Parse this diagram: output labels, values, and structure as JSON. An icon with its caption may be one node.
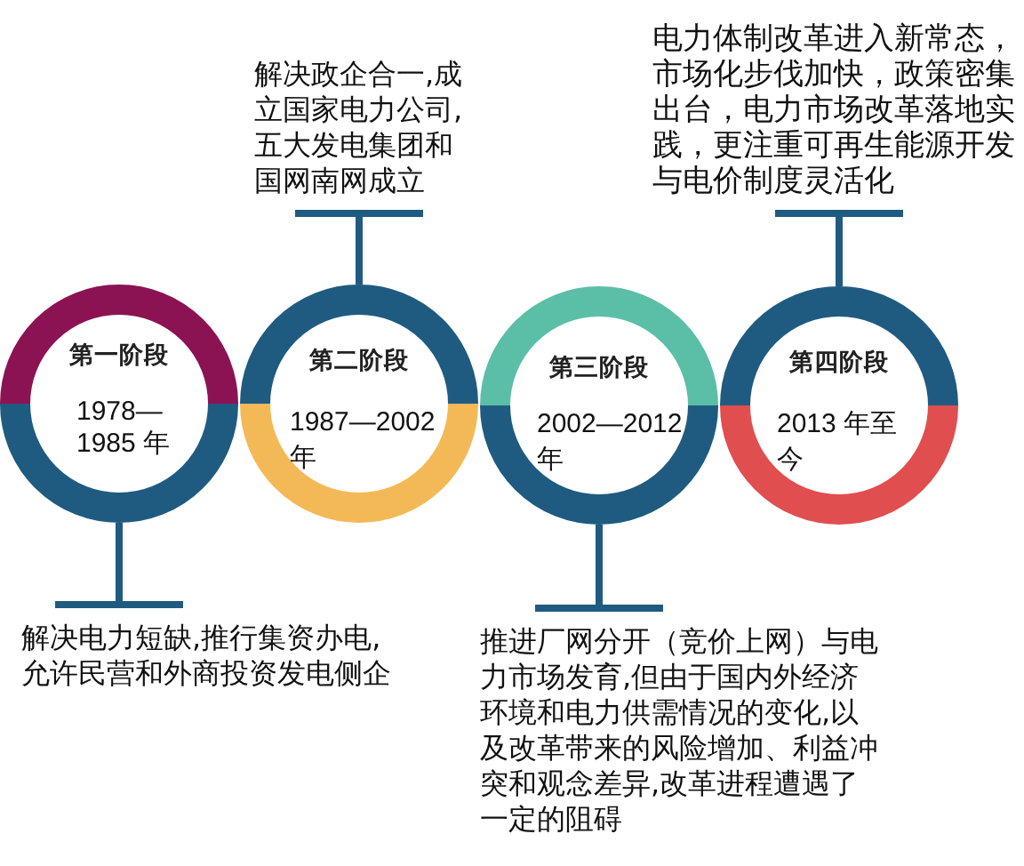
{
  "diagram": {
    "nodes": [
      {
        "text": [
          "第一阶段",
          "1978—1985 年"
        ]
      },
      {
        "text": [
          "解决电力短缺,推行集资办电,允许民营和外商投资发电侧企"
        ]
      },
      {
        "text": [
          "第二阶段",
          "1987—2002年"
        ]
      },
      {
        "text": [
          "解决政企合一,成立国家电力公司,五大发电集团和国网南网成立"
        ]
      },
      {
        "text": [
          "第三阶段",
          "2002—2012年"
        ]
      },
      {
        "text": [
          "推进厂网分开（竞价上网）与电力市场发育,但由于国内外经济环境和电力供需情况的变化,以及改革带来的风险增加、利益冲突和观念差异,改革进程遭遇了一定的阻碍"
        ]
      },
      {
        "text": [
          "第四阶段",
          "2013 年至今"
        ]
      },
      {
        "text": [
          "电力体制改革进入新常态，市场化步伐加快，政策密集出台，电力市场改革落地实践，更注重可再生能源开发与电价制度灵活化"
        ]
      }
    ],
    "edges": [
      {
        "from": 0,
        "to": 1,
        "arrow": "other"
      },
      {
        "from": 2,
        "to": 3,
        "arrow": "other"
      },
      {
        "from": 4,
        "to": 5,
        "arrow": "other"
      },
      {
        "from": 6,
        "to": 7,
        "arrow": "other"
      }
    ]
  }
}
